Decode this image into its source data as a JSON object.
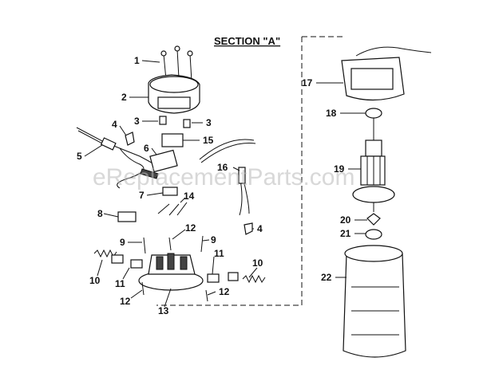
{
  "title": "SECTION \"A\"",
  "watermark": "eReplacementParts.com",
  "callouts": {
    "c1": "1",
    "c2": "2",
    "c3a": "3",
    "c3b": "3",
    "c4a": "4",
    "c4b": "4",
    "c5": "5",
    "c6": "6",
    "c7": "7",
    "c8": "8",
    "c9a": "9",
    "c9b": "9",
    "c10a": "10",
    "c10b": "10",
    "c11a": "11",
    "c11b": "11",
    "c12a": "12",
    "c12b": "12",
    "c12c": "12",
    "c13": "13",
    "c14": "14",
    "c15": "15",
    "c16": "16",
    "c17": "17",
    "c18": "18",
    "c19": "19",
    "c20": "20",
    "c21": "21",
    "c22": "22"
  }
}
